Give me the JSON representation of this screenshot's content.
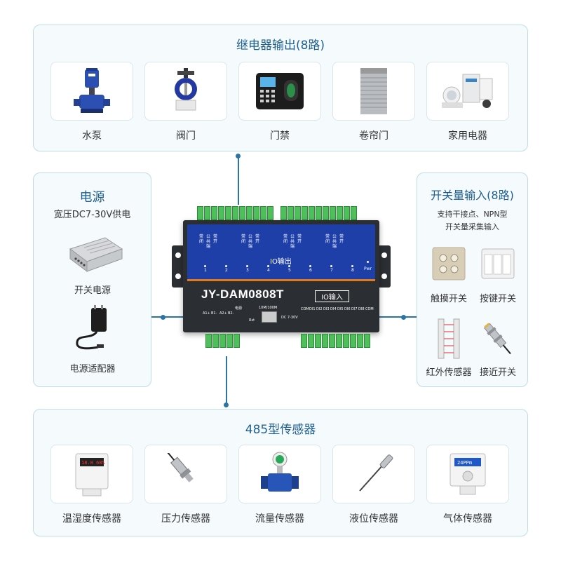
{
  "relay": {
    "title": "继电器输出(8路)",
    "items": [
      {
        "label": "水泵",
        "icon": "water-pump-icon"
      },
      {
        "label": "阀门",
        "icon": "valve-icon"
      },
      {
        "label": "门禁",
        "icon": "access-control-icon"
      },
      {
        "label": "卷帘门",
        "icon": "rolling-door-icon"
      },
      {
        "label": "家用电器",
        "icon": "home-appliance-icon"
      }
    ]
  },
  "power": {
    "title": "电源",
    "subtitle": "宽压DC7-30V供电",
    "items": [
      {
        "label": "开关电源",
        "icon": "switching-power-supply-icon"
      },
      {
        "label": "电源适配器",
        "icon": "power-adapter-icon"
      }
    ]
  },
  "switch_input": {
    "title": "开关量输入(8路)",
    "subtitle_line1": "支持干接点、NPN型",
    "subtitle_line2": "开关量采集输入",
    "items": [
      {
        "label": "触摸开关",
        "icon": "touch-switch-icon"
      },
      {
        "label": "按键开关",
        "icon": "key-switch-icon"
      },
      {
        "label": "红外传感器",
        "icon": "infrared-sensor-icon"
      },
      {
        "label": "接近开关",
        "icon": "proximity-switch-icon"
      }
    ]
  },
  "sensors": {
    "title": "485型传感器",
    "items": [
      {
        "label": "温湿度传感器",
        "icon": "temp-humidity-sensor-icon"
      },
      {
        "label": "压力传感器",
        "icon": "pressure-sensor-icon"
      },
      {
        "label": "流量传感器",
        "icon": "flow-sensor-icon"
      },
      {
        "label": "液位传感器",
        "icon": "level-sensor-icon"
      },
      {
        "label": "气体传感器",
        "icon": "gas-sensor-icon"
      }
    ]
  },
  "device": {
    "model": "JY-DAM0808T",
    "io_out_label": "IO输出",
    "io_in_label": "IO输入",
    "relay_numbers": [
      "1",
      "2",
      "3",
      "4",
      "5",
      "6",
      "7",
      "8"
    ],
    "relay_term_labels": [
      "常闭",
      "公共端",
      "常开"
    ],
    "pwr_label": "Pwr",
    "eth_label": "10M/100M",
    "dc_label": "DC 7-30V",
    "power_label": "电源",
    "rst_label": "Rst",
    "rs485_labels": [
      "A1+",
      "B1-",
      "A2+",
      "B2-"
    ],
    "input_labels": [
      "COM",
      "DI1",
      "DI2",
      "DI3",
      "DI4",
      "DI5",
      "DI6",
      "DI7",
      "DI8",
      "COM"
    ],
    "gas_display": "24PPm",
    "th_display": "18.8 68%"
  },
  "colors": {
    "title_blue": "#1f5f8f",
    "panel_bg": "#f5fafd",
    "panel_border": "#bfdcea",
    "connector": "#2a74a6",
    "device_blue": "#1e3fa8",
    "terminal_green": "#4fbf5b"
  }
}
